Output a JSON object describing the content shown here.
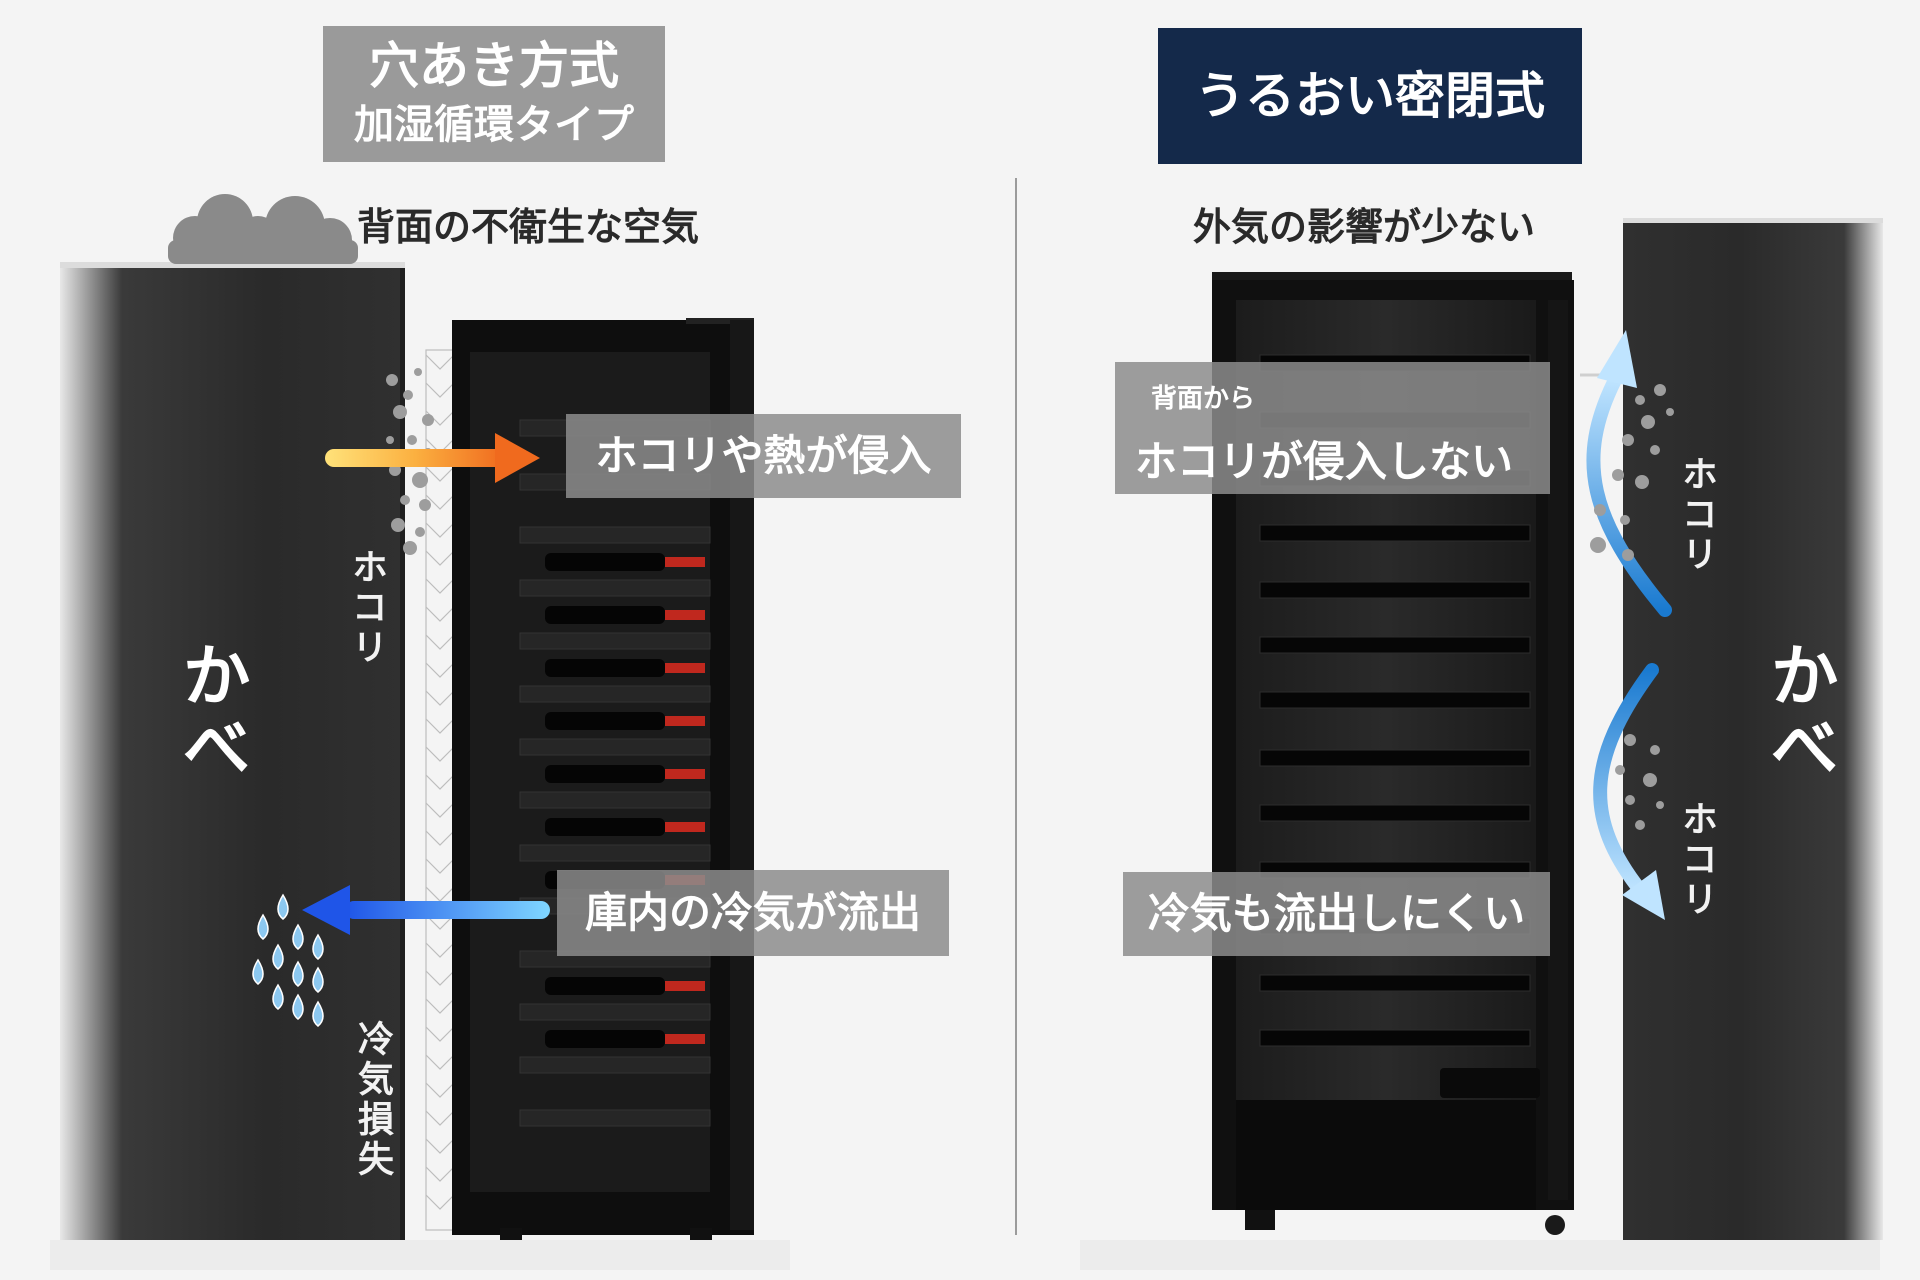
{
  "left": {
    "title_line1": "穴あき方式",
    "title_line2": "加湿循環タイプ",
    "subtitle": "背面の不衛生な空気",
    "wall_label": "かべ",
    "dust_label": "ホコリ",
    "cold_loss_label": "冷気損失",
    "callout_dust_heat": "ホコリや熱が侵入",
    "callout_cold_out": "庫内の冷気が流出"
  },
  "right": {
    "title": "うるおい密閉式",
    "subtitle": "外気の影響が少ない",
    "wall_label": "かべ",
    "dust_label_top": "ホコリ",
    "dust_label_bottom": "ホコリ",
    "callout_small": "背面から",
    "callout_main": "ホコリが侵入しない",
    "callout_cold": "冷気も流出しにくい"
  },
  "colors": {
    "gray_badge": "#9a9a9a",
    "navy_badge": "#14294a",
    "wall": "#2b2b2b",
    "cabinet": "#111111",
    "bottle_cap": "#c0281e",
    "warm_arrow": "#f07a20",
    "cold_arrow": "#1f6be8",
    "airflow": "#5aa8e0"
  }
}
